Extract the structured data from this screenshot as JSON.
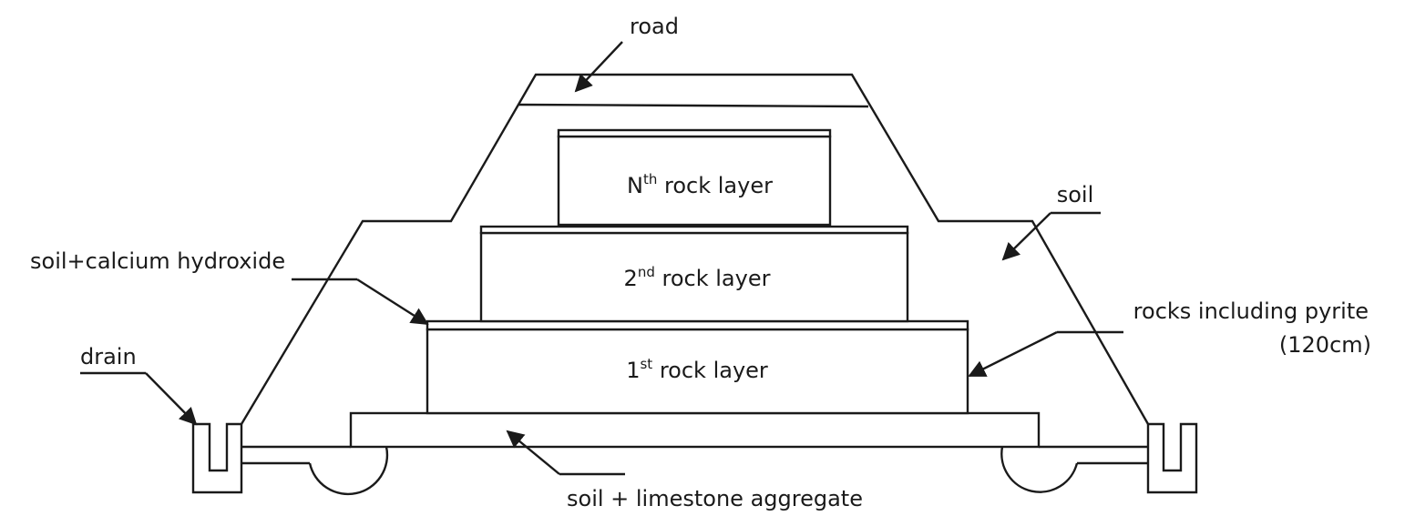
{
  "labels": {
    "road": "road",
    "soil": "soil",
    "soil_calcium": "soil+calcium hydroxide",
    "drain": "drain",
    "rocks_pyrite": "rocks including pyrite",
    "rocks_pyrite_thickness": "(120cm)",
    "soil_limestone": "soil + limestone aggregate"
  },
  "layers": {
    "nth": {
      "base": "N",
      "sup": "th",
      "rest": " rock layer"
    },
    "second": {
      "base": "2",
      "sup": "nd",
      "rest": " rock layer"
    },
    "first": {
      "base": "1",
      "sup": "st",
      "rest": " rock layer"
    }
  }
}
